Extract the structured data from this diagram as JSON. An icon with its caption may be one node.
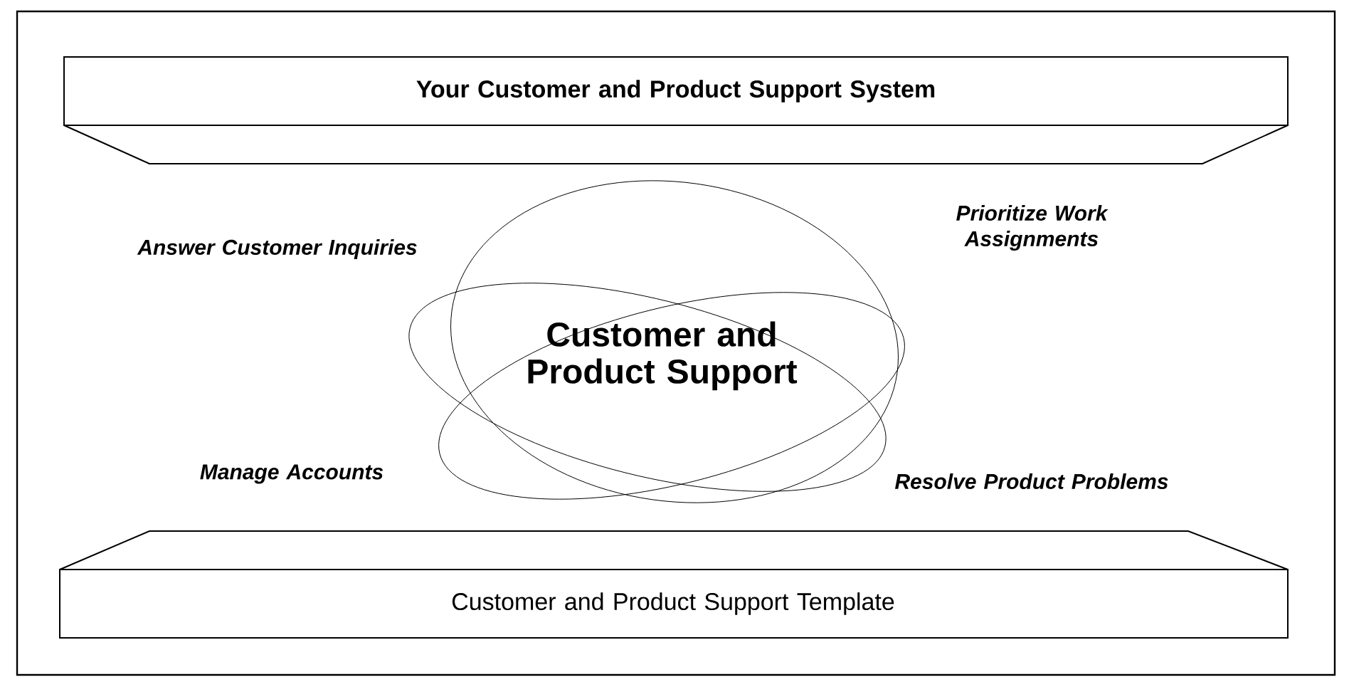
{
  "diagram": {
    "nodes": [
      {
        "text": [
          "Your Customer and Product Support System"
        ]
      },
      {
        "text": [
          "Customer and Product Support"
        ]
      },
      {
        "text": [
          "Customer and Product Support Template"
        ]
      }
    ],
    "labels": [
      "Answer Customer Inquiries",
      "Prioritize Work Assignments",
      "Manage Accounts",
      "Resolve Product Problems"
    ]
  }
}
